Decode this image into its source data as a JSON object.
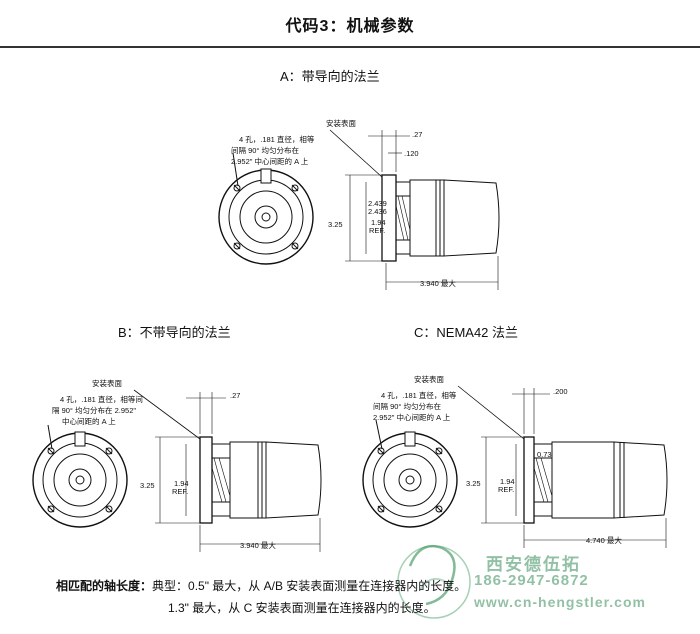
{
  "page_title": "代码3：机械参数",
  "sections": {
    "a": {
      "label": "A：带导向的法兰",
      "mount_surface": "安装表面",
      "hole_note": [
        "4 孔，.181 直径，相等",
        "间隔 90° 均匀分布在",
        "2.952\" 中心间距的 A 上"
      ],
      "dim_top": ".27",
      "dim_pilot": ".120",
      "dim_pilot_dia_1": "2.439",
      "dim_pilot_dia_2": "2.436",
      "dim_bore_1": "1.94",
      "dim_bore_2": "REF.",
      "dim_height": "3.25",
      "dim_length": "3.940 最大"
    },
    "b": {
      "label": "B：不带导向的法兰",
      "mount_surface": "安装表面",
      "hole_note": [
        "4 孔，.181 直径，相等间",
        "隔 90° 均匀分布在 2.952\"",
        "中心间距的 A 上"
      ],
      "dim_top": ".27",
      "dim_bore_1": "1.94",
      "dim_bore_2": "REF.",
      "dim_height": "3.25",
      "dim_length": "3.940 最大"
    },
    "c": {
      "label": "C：NEMA42 法兰",
      "mount_surface": "安装表面",
      "hole_note": [
        "4 孔，.181 直径，相等",
        "间隔 90° 均匀分布在",
        "2.952\" 中心间距的 A 上"
      ],
      "dim_top": ".200",
      "dim_pilot": "0.73",
      "dim_bore_1": "1.94",
      "dim_bore_2": "REF.",
      "dim_height": "3.25",
      "dim_length": "4.740 最大"
    }
  },
  "footer": {
    "label": "相匹配的轴长度：",
    "line1": "典型：0.5\" 最大，从 A/B 安装表面测量在连接器内的长度。",
    "line2": "1.3\" 最大，从 C 安装表面测量在连接器内的长度。"
  },
  "watermark": {
    "company": "西安德伍拓",
    "phone": "186-2947-6872",
    "url": "www.cn-hengstler.com"
  },
  "colors": {
    "line": "#111111",
    "watermark": "#3a8d5c"
  }
}
